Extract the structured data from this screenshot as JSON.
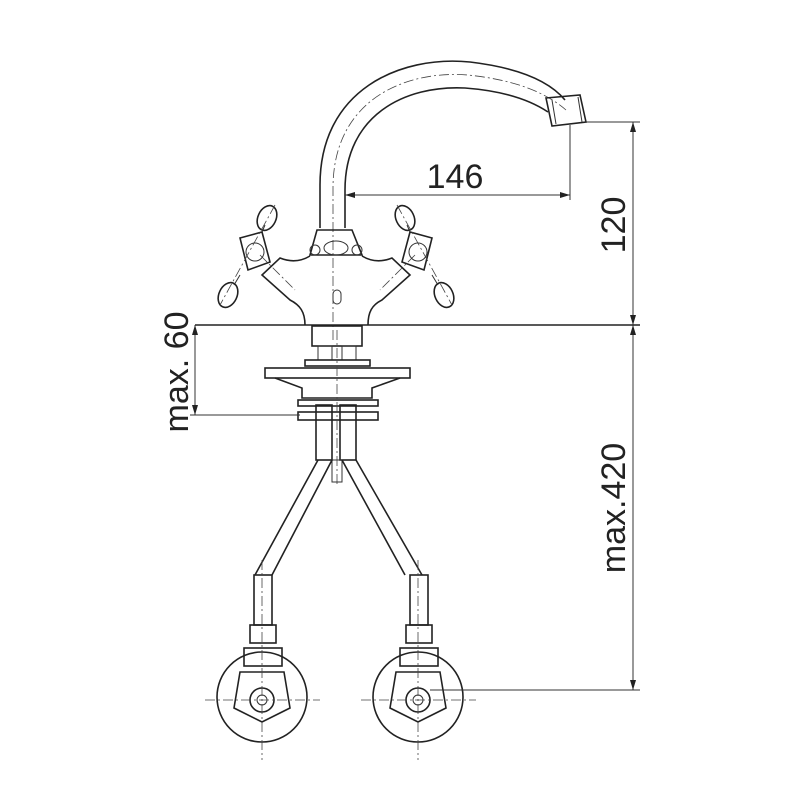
{
  "dimensions": {
    "spout_reach": "146",
    "spout_height": "120",
    "max_deck_thickness": "max. 60",
    "max_hose_length": "max.420"
  },
  "colors": {
    "line": "#222222",
    "background": "#ffffff"
  }
}
